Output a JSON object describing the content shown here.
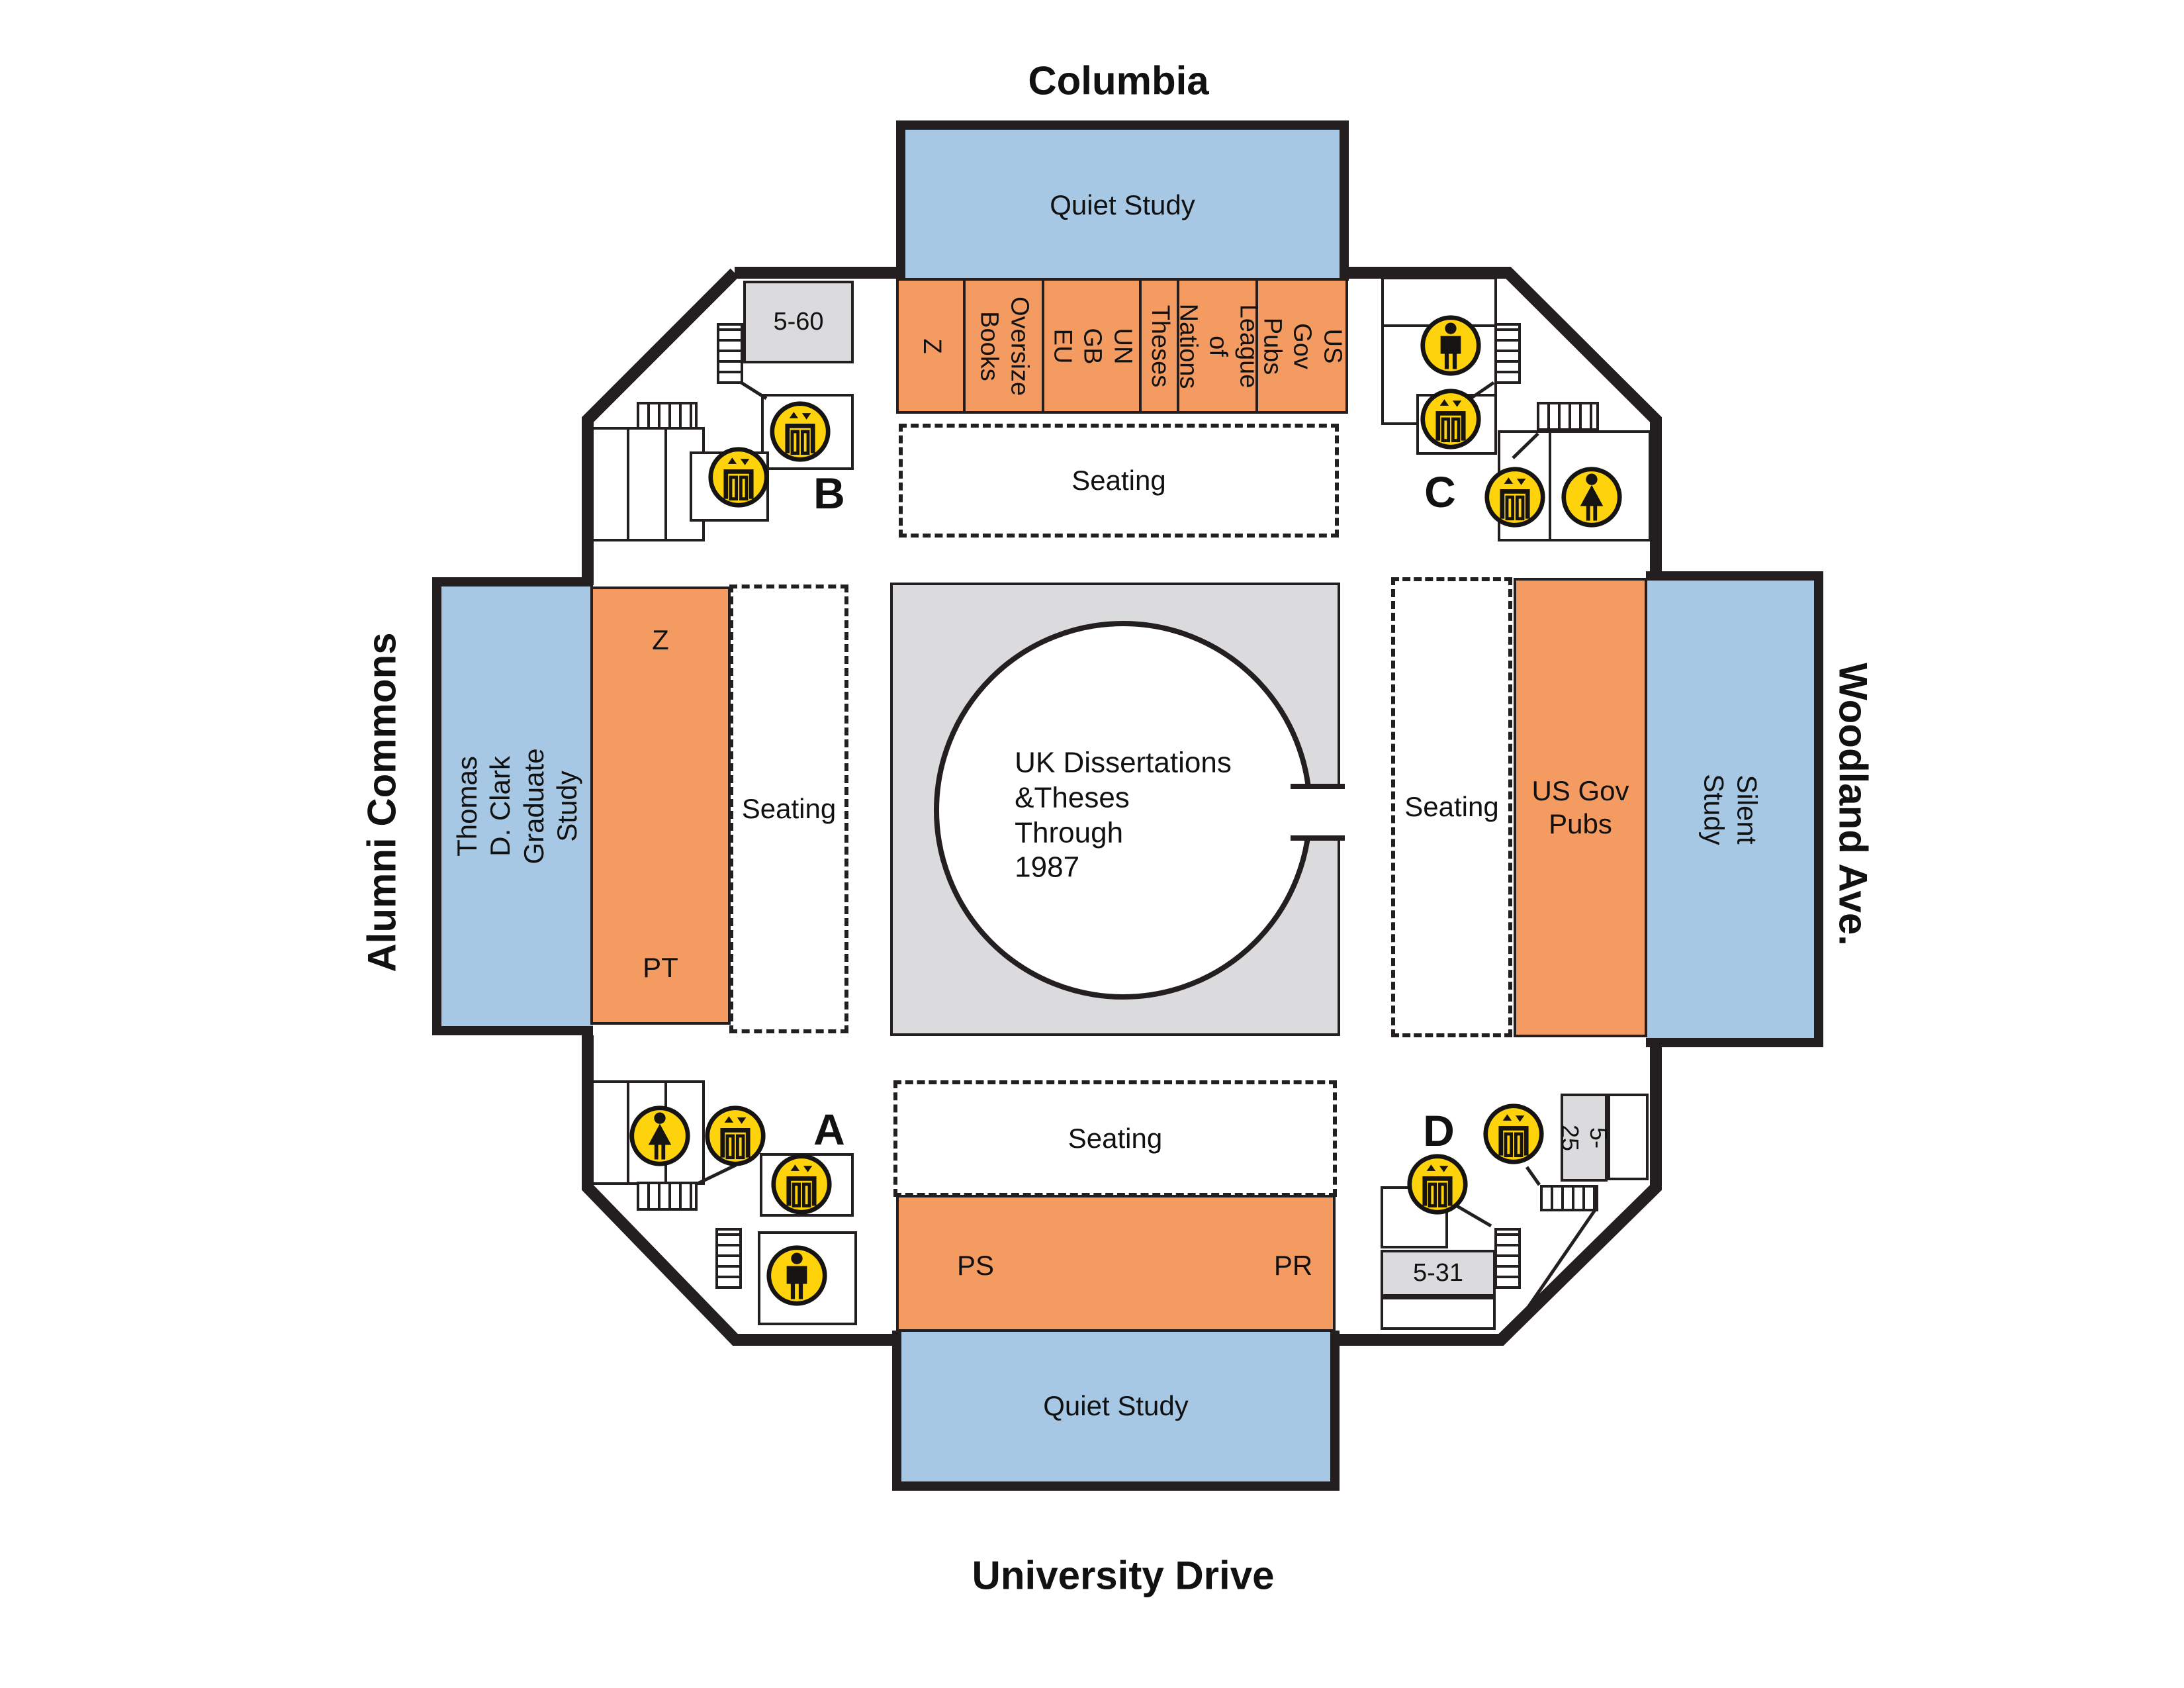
{
  "streets": {
    "north": "Columbia",
    "south": "University Drive",
    "west": "Alumni Commons",
    "east": "Woodland Ave."
  },
  "study_rooms": {
    "north_quiet": "Quiet Study",
    "south_quiet": "Quiet Study",
    "west_graduate": "Thomas D. Clark\nGraduate Study",
    "east_silent": "Silent Study"
  },
  "stacks": {
    "north_columns": [
      {
        "label": "Z"
      },
      {
        "label": "Oversize\nBooks"
      },
      {
        "label": "UN\nGB\nEU"
      },
      {
        "label": "Theses"
      },
      {
        "label": "League of\nNations"
      },
      {
        "label": "US Gov\nPubs"
      }
    ],
    "west_top": "Z",
    "west_bottom": "PT",
    "east": "US Gov\nPubs",
    "south_left": "PS",
    "south_right": "PR"
  },
  "seating": {
    "north": "Seating",
    "south": "Seating",
    "west": "Seating",
    "east": "Seating"
  },
  "center_core": {
    "label": "UK Dissertations\n&Theses\nThrough\n1987"
  },
  "rooms": {
    "r560": "5-60",
    "r525": "5-25",
    "r531": "5-31"
  },
  "stair_letters": {
    "a": "A",
    "b": "B",
    "c": "C",
    "d": "D"
  },
  "icons": {
    "elevator": "elevator",
    "men": "men-restroom",
    "women": "women-restroom"
  },
  "colors": {
    "stacks_orange": "#F49B62",
    "study_blue": "#A6C8E4",
    "room_gray": "#DBDBDD",
    "icon_yellow": "#FFD30B",
    "wall": "#231F20"
  }
}
